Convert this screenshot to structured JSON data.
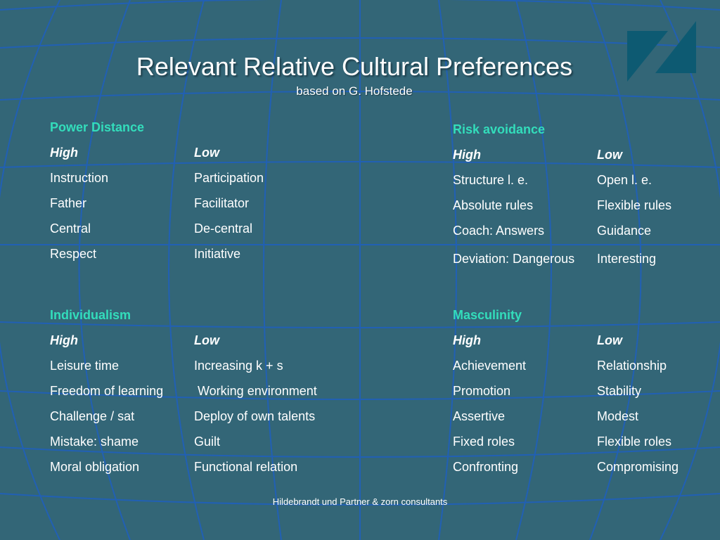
{
  "slide": {
    "title": "Relevant Relative Cultural Preferences",
    "subtitle": "based on G. Hofstede",
    "footer": "Hildebrandt und Partner & zorn consultants"
  },
  "colors": {
    "background": "#336677",
    "grid": "#1f5fbf",
    "accent": "#33ddbb",
    "logo": "#0d5a72"
  },
  "sections": {
    "power_distance": {
      "heading": "Power Distance",
      "high": "High",
      "low": "Low",
      "rows": [
        {
          "high": "Instruction",
          "low": "Participation"
        },
        {
          "high": "Father",
          "low": "Facilitator"
        },
        {
          "high": "Central",
          "low": "De-central"
        },
        {
          "high": "Respect",
          "low": "Initiative"
        }
      ]
    },
    "risk_avoidance": {
      "heading": "Risk avoidance",
      "high": "High",
      "low": "Low",
      "rows": [
        {
          "high": "Structure l. e.",
          "low": "Open l. e."
        },
        {
          "high": "Absolute rules",
          "low": "Flexible rules"
        },
        {
          "high": "Coach: Answers",
          "low": "Guidance"
        },
        {
          "high": "Deviation: Dangerous",
          "low": "Interesting"
        }
      ]
    },
    "individualism": {
      "heading": "Individualism",
      "high": "High",
      "low": "Low",
      "rows": [
        {
          "high": "Leisure time",
          "low": "Increasing k + s"
        },
        {
          "high": "Freedom of learning",
          "low": " Working environment"
        },
        {
          "high": "Challenge / sat",
          "low": "Deploy of own talents"
        },
        {
          "high": "Mistake: shame",
          "low": "Guilt"
        },
        {
          "high": "Moral obligation",
          "low": "Functional relation"
        }
      ]
    },
    "masculinity": {
      "heading": "Masculinity",
      "high": "High",
      "low": "Low",
      "rows": [
        {
          "high": "Achievement",
          "low": "Relationship"
        },
        {
          "high": "Promotion",
          "low": "Stability"
        },
        {
          "high": "Assertive",
          "low": "Modest"
        },
        {
          "high": "Fixed roles",
          "low": "Flexible roles"
        },
        {
          "high": "Confronting",
          "low": "Compromising"
        }
      ]
    }
  }
}
